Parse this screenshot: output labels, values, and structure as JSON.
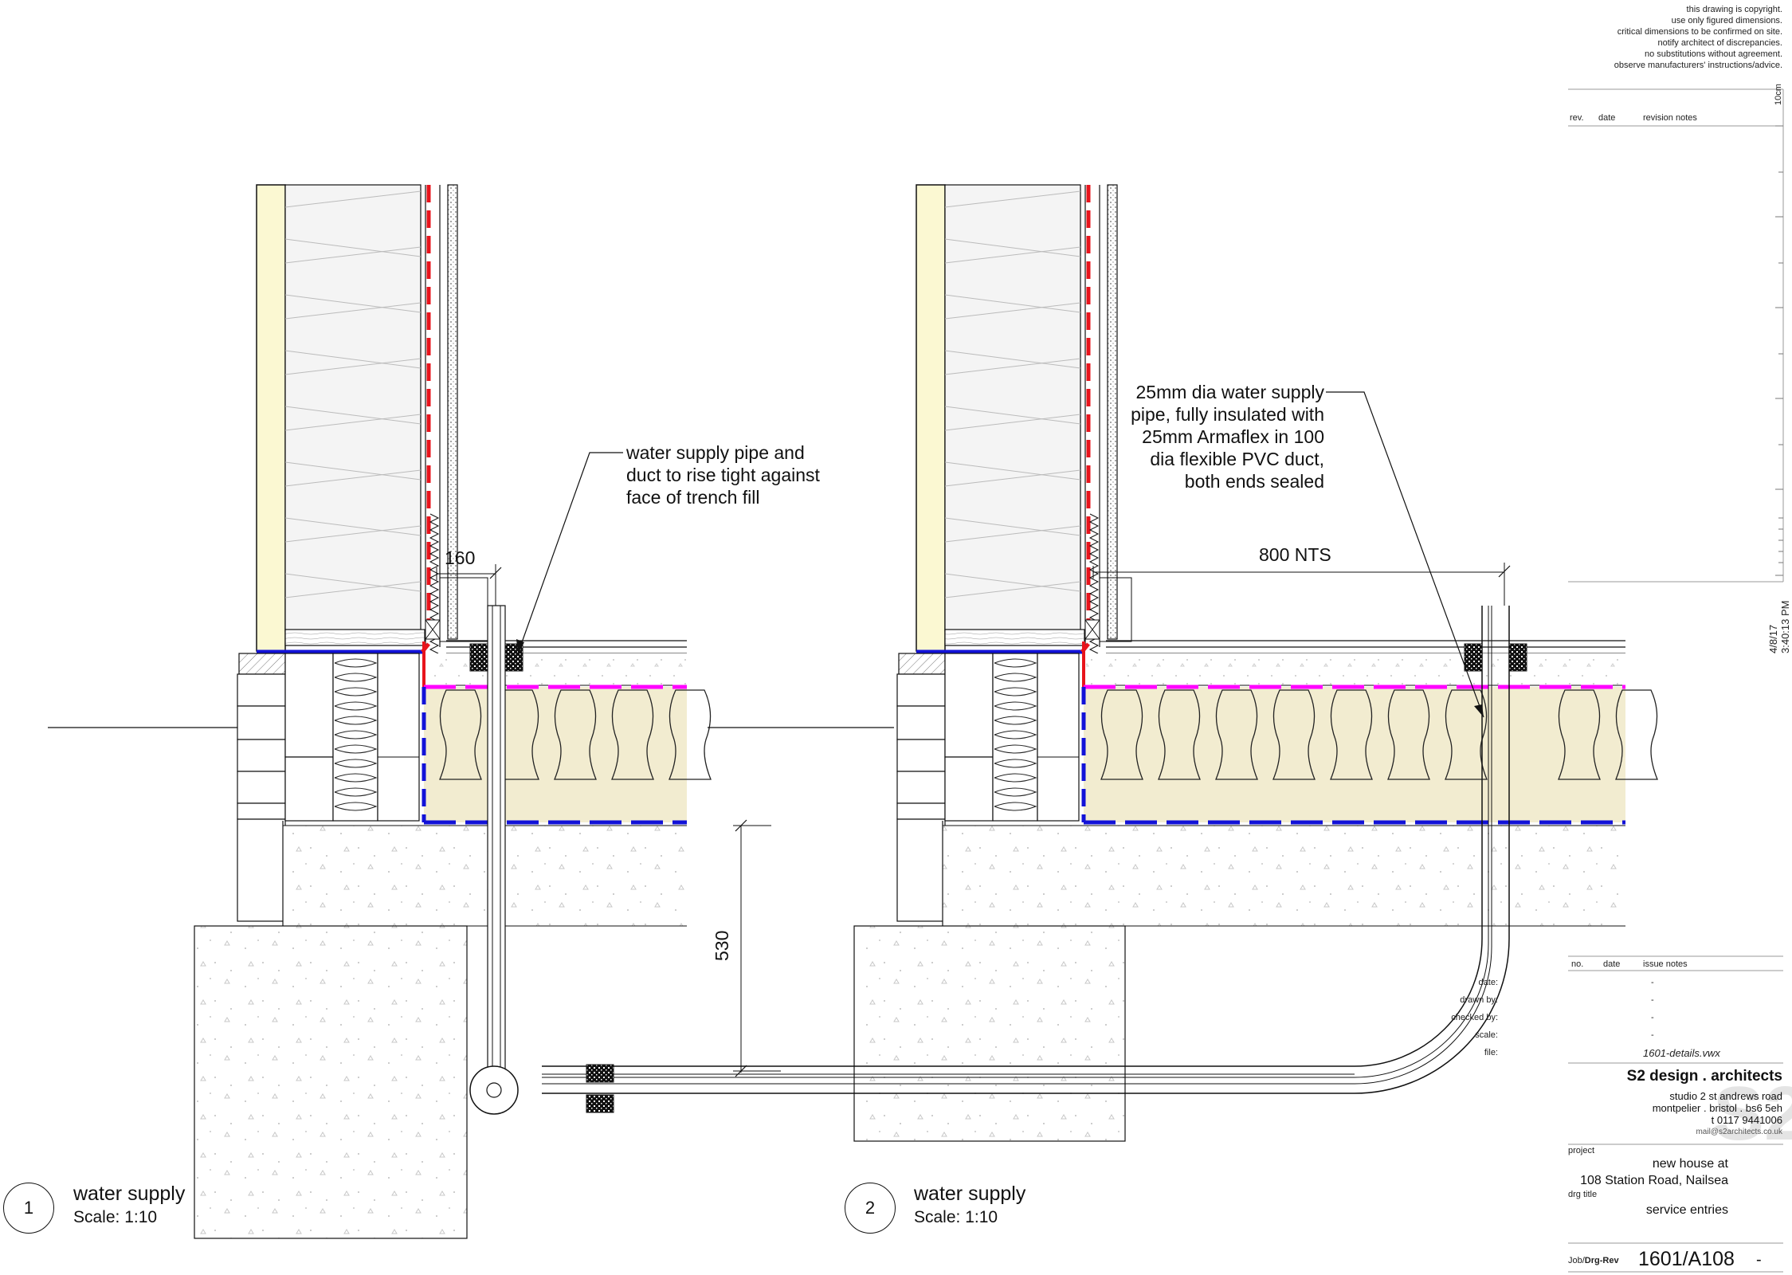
{
  "copyright_notes": [
    "this drawing is copyright.",
    "use only figured dimensions.",
    "critical dimensions to be confirmed on site.",
    "notify architect of discrepancies.",
    "no substitutions without agreement.",
    "observe manufacturers' instructions/advice."
  ],
  "revisions": {
    "col_rev": "rev.",
    "col_date": "date",
    "col_notes": "revision notes",
    "scale_bar_label": "10cm"
  },
  "plot_stamp": {
    "date": "4/8/17",
    "time": "3:40:13 PM"
  },
  "detail1": {
    "number": "1",
    "title": "water supply",
    "scale": "Scale: 1:10",
    "dim_160": "160",
    "note_lines": [
      "water supply pipe and",
      "duct to rise tight against",
      "face of trench  fill"
    ]
  },
  "detail2": {
    "number": "2",
    "title": "water supply",
    "scale": "Scale: 1:10",
    "dim_800": "800 NTS",
    "dim_530": "530",
    "note_lines": [
      "25mm dia water supply",
      "pipe, fully insulated with",
      "25mm Armaflex in 100",
      "dia flexible PVC duct,",
      "both ends sealed"
    ]
  },
  "title_block": {
    "issue_headers": {
      "no": "no.",
      "date": "date",
      "notes": "issue notes"
    },
    "fields": [
      {
        "label": "date:",
        "value": "-"
      },
      {
        "label": "drawn by:",
        "value": "-"
      },
      {
        "label": "checked by:",
        "value": "-"
      },
      {
        "label": "scale:",
        "value": "-"
      },
      {
        "label": "file:",
        "value": "1601-details.vwx"
      }
    ],
    "firm_name": "S2 design . architects",
    "address_lines": [
      "studio 2    st andrews road",
      "montpelier . bristol . bs6 5eh",
      "t 0117 9441006",
      "mail@s2architects.co.uk"
    ],
    "project_label": "project",
    "project_lines": [
      "new house at",
      "108 Station Road, Nailsea"
    ],
    "drg_title_label": "drg title",
    "drg_title": "service entries",
    "job_label_a": "Job/",
    "job_label_b": "Drg-Rev",
    "job_number": "1601/A108",
    "rev": "-"
  },
  "colors": {
    "vcl_red": "#e8141c",
    "dpm_blue": "#1212d8",
    "membrane_magenta": "#ff00ff",
    "insulation_fill": "#f2ecd0",
    "timber_fill": "#fbf8d2"
  }
}
